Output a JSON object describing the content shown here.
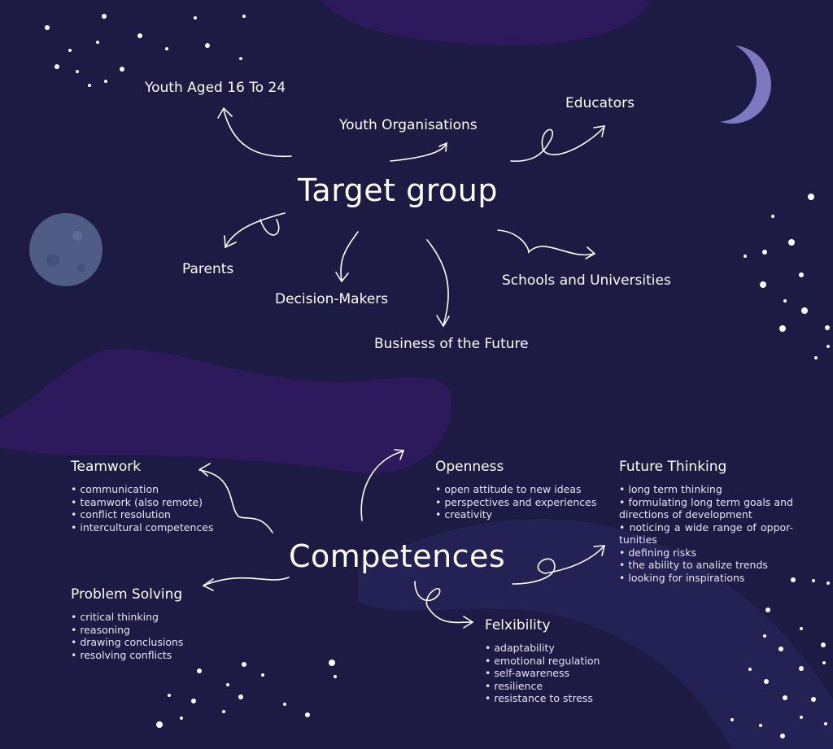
{
  "target": {
    "title": "Target group",
    "groups": [
      "Youth Aged 16 To 24",
      "Youth Organisations",
      "Educators",
      "Parents",
      "Decision-Makers",
      "Business of the Future",
      "Schools and Universities"
    ]
  },
  "competences": {
    "title": "Competences",
    "sections": [
      {
        "title": "Teamwork",
        "items": [
          "communication",
          "teamwork (also remote)",
          "conflict resolution",
          "intercultural competences"
        ]
      },
      {
        "title": "Openness",
        "items": [
          "open attitude to new ideas",
          "perspectives and experiences",
          "creativity"
        ]
      },
      {
        "title": "Future Thinking",
        "items": [
          "long term thinking",
          "formulating long term goals and directions of development",
          "noticing a wide range of oppor-tunities",
          "defining risks",
          "the ability to analize trends",
          "looking for inspirations"
        ]
      },
      {
        "title": "Problem Solving",
        "items": [
          "critical thinking",
          "reasoning",
          "drawing conclusions",
          "resolving conflicts"
        ]
      },
      {
        "title": "Felxibility",
        "items": [
          "adaptability",
          "emotional regulation",
          "self-awareness",
          "resilience",
          "resistance to stress"
        ]
      }
    ]
  },
  "colors": {
    "background": "#1d1b44",
    "blob": "#2d1a5c",
    "text": "#ffffff"
  }
}
